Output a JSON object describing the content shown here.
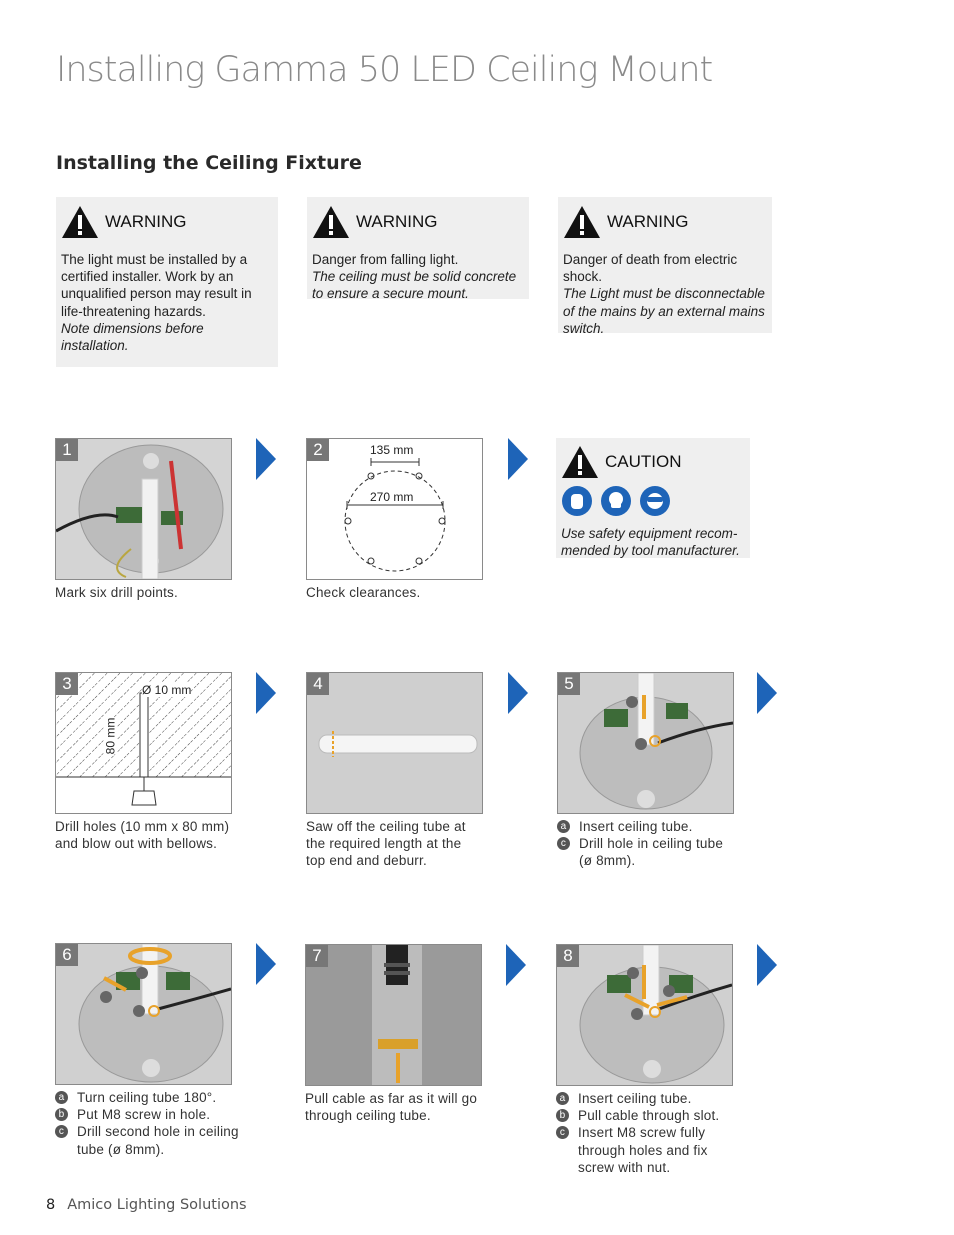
{
  "page": {
    "title": "Installing Gamma 50 LED Ceiling Mount",
    "section_title": "Installing the Ceiling Fixture"
  },
  "warnings": [
    {
      "label": "WARNING",
      "text": "The light must be installed by a certified installer. Work by an unqualified person may result in life-threatening hazards.",
      "note": "Note dimensions before installation."
    },
    {
      "label": "WARNING",
      "text": "Danger from falling light.",
      "note": "The ceiling must be solid concrete to ensure a secure mount."
    },
    {
      "label": "WARNING",
      "text": "Danger of death from electric shock.",
      "note": "The Light must be disconnectable of the mains by an external mains switch."
    }
  ],
  "caution": {
    "label": "CAUTION",
    "text": "Use safety equipment recom-mended by tool manufacturer.",
    "icons": [
      "gloves-icon",
      "mask-icon",
      "goggles-icon"
    ]
  },
  "steps": [
    {
      "num": "1",
      "caption": "Mark six drill points."
    },
    {
      "num": "2",
      "caption": "Check clearances.",
      "dim_top": "135 mm",
      "dim_mid": "270 mm"
    },
    {
      "num": "3",
      "caption": "Drill holes (10 mm x 80 mm) and blow out with bellows.",
      "dim_dia": "Ø 10 mm",
      "dim_depth": "80 mm"
    },
    {
      "num": "4",
      "caption": "Saw off the ceiling tube at the required length at the top end and deburr."
    },
    {
      "num": "5",
      "items": [
        {
          "b": "a",
          "t": "Insert ceiling tube."
        },
        {
          "b": "c",
          "t": "Drill hole in ceiling tube (ø 8mm)."
        }
      ]
    },
    {
      "num": "6",
      "items": [
        {
          "b": "a",
          "t": "Turn ceiling tube 180°."
        },
        {
          "b": "b",
          "t": "Put M8 screw in hole."
        },
        {
          "b": "c",
          "t": "Drill second hole in ceiling tube (ø 8mm)."
        }
      ]
    },
    {
      "num": "7",
      "caption": "Pull cable as far as it will go through ceiling tube."
    },
    {
      "num": "8",
      "items": [
        {
          "b": "a",
          "t": "Insert ceiling tube."
        },
        {
          "b": "b",
          "t": "Pull cable through slot."
        },
        {
          "b": "c",
          "t": "Insert M8 screw fully through holes and fix screw with nut."
        }
      ]
    }
  ],
  "footer": {
    "page_number": "8",
    "company": "Amico Lighting Solutions"
  },
  "colors": {
    "arrow": "#1e64b8",
    "warn_bg": "#efefef",
    "safety_blue": "#1e64b8",
    "accent": "#e8a22a"
  }
}
